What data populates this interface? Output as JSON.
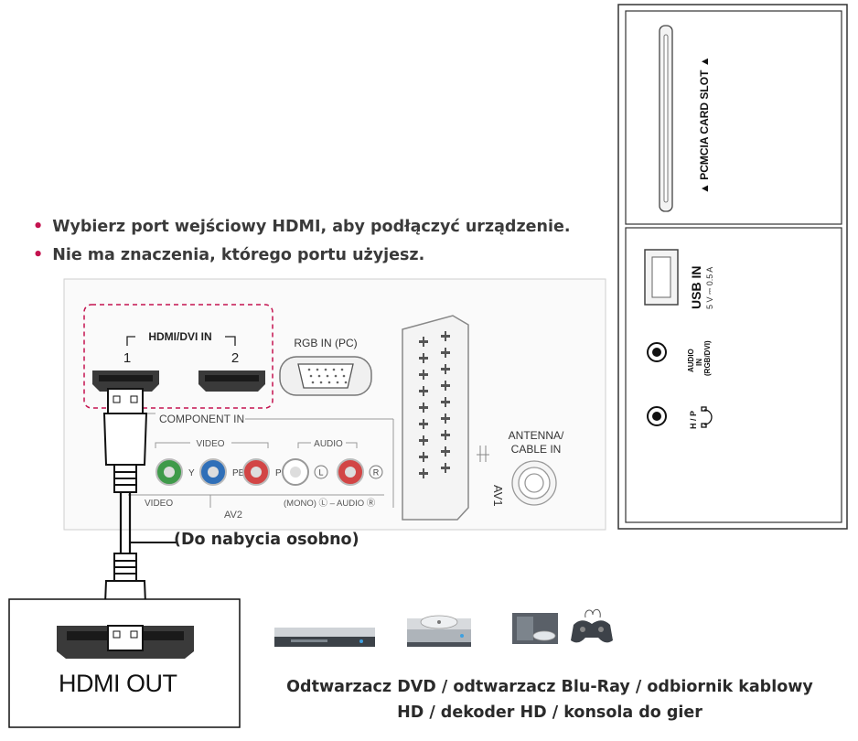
{
  "bullets": [
    "Wybierz port wejściowy HDMI, aby podłączyć urządzenie.",
    "Nie ma znaczenia, którego portu użyjesz."
  ],
  "panel": {
    "hdmi_dvi_in": "HDMI/DVI IN",
    "hdmi_port_1": "1",
    "hdmi_port_2": "2",
    "rgb_in": "RGB IN (PC)",
    "component_in": "COMPONENT IN",
    "video": "VIDEO",
    "audio": "AUDIO",
    "y": "Y",
    "pb": "PB",
    "pr": "PR",
    "l_circle": "L",
    "r_circle": "R",
    "video_bottom": "VIDEO",
    "av2": "AV2",
    "mono_audio": "(MONO) Ⓛ – AUDIO Ⓡ",
    "av1": "AV1",
    "antenna": "ANTENNA/",
    "cable_in": "CABLE IN"
  },
  "side_panel": {
    "pcmcia": "▲ PCMCIA CARD SLOT ▲",
    "usb_in": "USB IN",
    "usb_spec": "5 V ⎓ 0.5 A",
    "audio_in_1": "AUDIO",
    "audio_in_2": "IN",
    "audio_in_3": "(RGB/DVI)",
    "hp": "H / P"
  },
  "cable_label": "(Do nabycia osobno)",
  "device_label": "HDMI OUT",
  "caption_line1": "Odtwarzacz DVD / odtwarzacz Blu-Ray / odbiornik kablowy",
  "caption_line2": "HD / dekoder HD / konsola do gier",
  "colors": {
    "accent_bullet": "#c4134f",
    "dashed_box": "#c4134f",
    "y_jack": "#3f9a4a",
    "pb_jack": "#2f6fb8",
    "pr_jack": "#d24545",
    "r_jack": "#d24545"
  },
  "icons": [
    "dvd-player-icon",
    "blu-ray-player-icon",
    "set-top-box-icon",
    "game-console-icon"
  ]
}
